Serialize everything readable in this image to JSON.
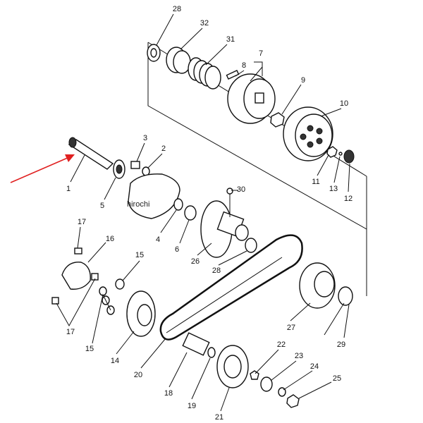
{
  "diagram": {
    "watermark": "hirochi",
    "arrow_color": "#e02020",
    "part_labels": [
      "28",
      "32",
      "31",
      "8",
      "7",
      "9",
      "10",
      "3",
      "2",
      "1",
      "5",
      "30",
      "11",
      "13",
      "12",
      "4",
      "6",
      "26",
      "28",
      "17",
      "16",
      "15",
      "17",
      "15",
      "14",
      "20",
      "18",
      "19",
      "21",
      "22",
      "23",
      "24",
      "25",
      "27",
      "29"
    ]
  }
}
